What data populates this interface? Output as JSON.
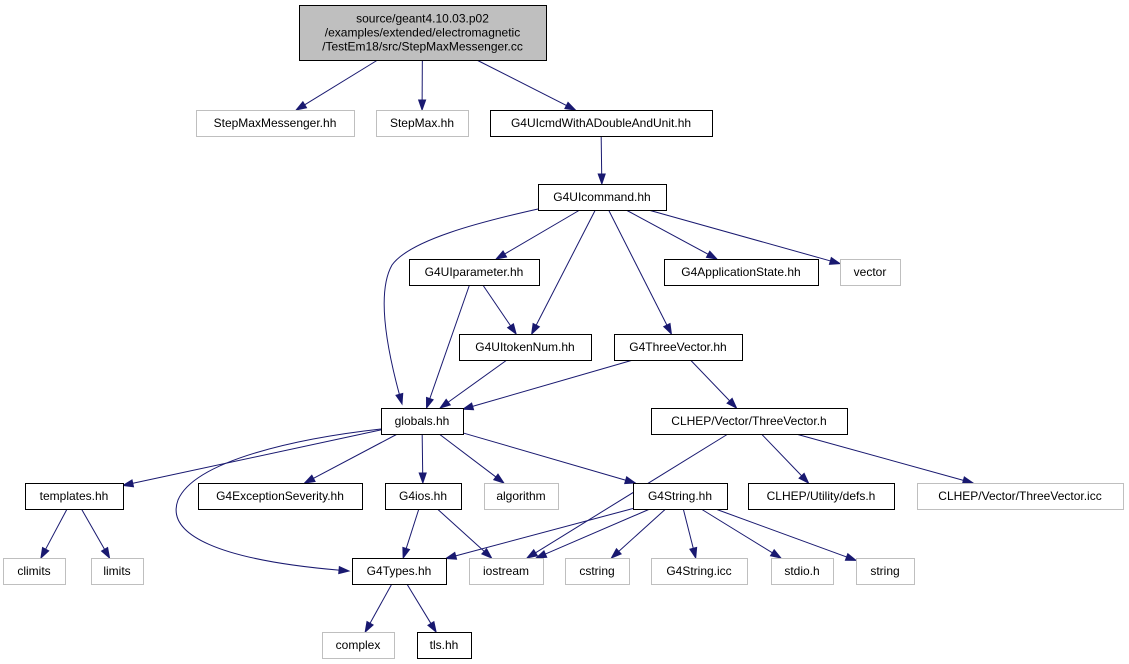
{
  "graph": {
    "nodes": [
      {
        "id": "root",
        "lines": [
          "source/geant4.10.03.p02",
          "/examples/extended/electromagnetic",
          "/TestEm18/src/StepMaxMessenger.cc"
        ],
        "style": "root",
        "interactable": false
      },
      {
        "id": "StepMaxMessenger_hh",
        "lines": [
          "StepMaxMessenger.hh"
        ],
        "style": "ext",
        "interactable": false
      },
      {
        "id": "StepMax_hh",
        "lines": [
          "StepMax.hh"
        ],
        "style": "ext",
        "interactable": false
      },
      {
        "id": "G4UIcmdWithADoubleAndUnit_hh",
        "lines": [
          "G4UIcmdWithADoubleAndUnit.hh"
        ],
        "style": "doc",
        "interactable": true
      },
      {
        "id": "G4UIcommand_hh",
        "lines": [
          "G4UIcommand.hh"
        ],
        "style": "doc",
        "interactable": true
      },
      {
        "id": "G4UIparameter_hh",
        "lines": [
          "G4UIparameter.hh"
        ],
        "style": "doc",
        "interactable": true
      },
      {
        "id": "G4ApplicationState_hh",
        "lines": [
          "G4ApplicationState.hh"
        ],
        "style": "doc",
        "interactable": true
      },
      {
        "id": "vector",
        "lines": [
          "vector"
        ],
        "style": "ext",
        "interactable": false
      },
      {
        "id": "G4UItokenNum_hh",
        "lines": [
          "G4UItokenNum.hh"
        ],
        "style": "doc",
        "interactable": true
      },
      {
        "id": "G4ThreeVector_hh",
        "lines": [
          "G4ThreeVector.hh"
        ],
        "style": "doc",
        "interactable": true
      },
      {
        "id": "globals_hh",
        "lines": [
          "globals.hh"
        ],
        "style": "doc",
        "interactable": true
      },
      {
        "id": "CLHEP_ThreeVector_h",
        "lines": [
          "CLHEP/Vector/ThreeVector.h"
        ],
        "style": "doc",
        "interactable": true
      },
      {
        "id": "templates_hh",
        "lines": [
          "templates.hh"
        ],
        "style": "doc",
        "interactable": true
      },
      {
        "id": "G4ExceptionSeverity_hh",
        "lines": [
          "G4ExceptionSeverity.hh"
        ],
        "style": "doc",
        "interactable": true
      },
      {
        "id": "G4ios_hh",
        "lines": [
          "G4ios.hh"
        ],
        "style": "doc",
        "interactable": true
      },
      {
        "id": "algorithm",
        "lines": [
          "algorithm"
        ],
        "style": "ext",
        "interactable": false
      },
      {
        "id": "G4String_hh",
        "lines": [
          "G4String.hh"
        ],
        "style": "doc",
        "interactable": true
      },
      {
        "id": "CLHEP_defs_h",
        "lines": [
          "CLHEP/Utility/defs.h"
        ],
        "style": "doc",
        "interactable": true
      },
      {
        "id": "CLHEP_ThreeVector_icc",
        "lines": [
          "CLHEP/Vector/ThreeVector.icc"
        ],
        "style": "ext",
        "interactable": false
      },
      {
        "id": "climits",
        "lines": [
          "climits"
        ],
        "style": "ext",
        "interactable": false
      },
      {
        "id": "limits",
        "lines": [
          "limits"
        ],
        "style": "ext",
        "interactable": false
      },
      {
        "id": "G4Types_hh",
        "lines": [
          "G4Types.hh"
        ],
        "style": "doc",
        "interactable": true
      },
      {
        "id": "iostream",
        "lines": [
          "iostream"
        ],
        "style": "ext",
        "interactable": false
      },
      {
        "id": "cstring",
        "lines": [
          "cstring"
        ],
        "style": "ext",
        "interactable": false
      },
      {
        "id": "G4String_icc",
        "lines": [
          "G4String.icc"
        ],
        "style": "ext",
        "interactable": false
      },
      {
        "id": "stdio_h",
        "lines": [
          "stdio.h"
        ],
        "style": "ext",
        "interactable": false
      },
      {
        "id": "string",
        "lines": [
          "string"
        ],
        "style": "ext",
        "interactable": false
      },
      {
        "id": "complex",
        "lines": [
          "complex"
        ],
        "style": "ext",
        "interactable": false
      },
      {
        "id": "tls_hh",
        "lines": [
          "tls.hh"
        ],
        "style": "doc",
        "interactable": true
      }
    ],
    "edges": [
      [
        "root",
        "StepMaxMessenger_hh"
      ],
      [
        "root",
        "StepMax_hh"
      ],
      [
        "root",
        "G4UIcmdWithADoubleAndUnit_hh"
      ],
      [
        "G4UIcmdWithADoubleAndUnit_hh",
        "G4UIcommand_hh"
      ],
      [
        "G4UIcommand_hh",
        "G4UIparameter_hh"
      ],
      [
        "G4UIcommand_hh",
        "G4UItokenNum_hh"
      ],
      [
        "G4UIcommand_hh",
        "G4ThreeVector_hh"
      ],
      [
        "G4UIcommand_hh",
        "G4ApplicationState_hh"
      ],
      [
        "G4UIcommand_hh",
        "vector"
      ],
      [
        "G4UIcommand_hh",
        "globals_hh"
      ],
      [
        "G4UIparameter_hh",
        "G4UItokenNum_hh"
      ],
      [
        "G4UIparameter_hh",
        "globals_hh"
      ],
      [
        "G4UItokenNum_hh",
        "globals_hh"
      ],
      [
        "G4ThreeVector_hh",
        "globals_hh"
      ],
      [
        "G4ThreeVector_hh",
        "CLHEP_ThreeVector_h"
      ],
      [
        "CLHEP_ThreeVector_h",
        "CLHEP_defs_h"
      ],
      [
        "CLHEP_ThreeVector_h",
        "CLHEP_ThreeVector_icc"
      ],
      [
        "CLHEP_ThreeVector_h",
        "iostream"
      ],
      [
        "globals_hh",
        "templates_hh"
      ],
      [
        "globals_hh",
        "G4ExceptionSeverity_hh"
      ],
      [
        "globals_hh",
        "G4ios_hh"
      ],
      [
        "globals_hh",
        "algorithm"
      ],
      [
        "globals_hh",
        "G4String_hh"
      ],
      [
        "globals_hh",
        "G4Types_hh"
      ],
      [
        "templates_hh",
        "climits"
      ],
      [
        "templates_hh",
        "limits"
      ],
      [
        "G4ios_hh",
        "G4Types_hh"
      ],
      [
        "G4ios_hh",
        "iostream"
      ],
      [
        "G4String_hh",
        "G4Types_hh"
      ],
      [
        "G4String_hh",
        "iostream"
      ],
      [
        "G4String_hh",
        "cstring"
      ],
      [
        "G4String_hh",
        "G4String_icc"
      ],
      [
        "G4String_hh",
        "stdio_h"
      ],
      [
        "G4String_hh",
        "string"
      ],
      [
        "G4Types_hh",
        "complex"
      ],
      [
        "G4Types_hh",
        "tls_hh"
      ]
    ]
  }
}
